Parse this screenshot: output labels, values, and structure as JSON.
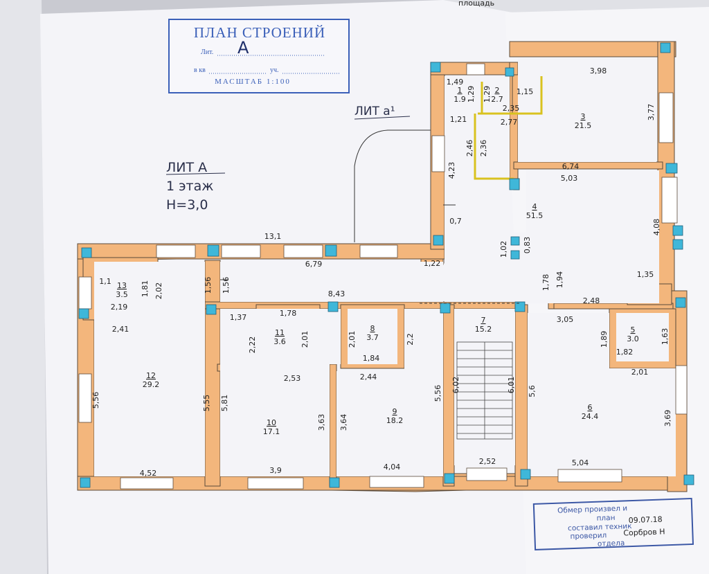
{
  "stamp": {
    "title": "ПЛАН СТРОЕНИЙ",
    "lit_label": "Лит.",
    "lit_value": "А",
    "kv_label": "в кв",
    "uch_label": "уч.",
    "scale": "МАСШТАБ 1:100"
  },
  "corner_text": "площадь",
  "annex_label": "ЛИТ а¹",
  "header": {
    "lit": "ЛИТ А",
    "floor": "1 этаж",
    "height": "Н=3,0"
  },
  "rooms": [
    {
      "number": "1",
      "area": "1.9"
    },
    {
      "number": "2",
      "area": "2.7"
    },
    {
      "number": "3",
      "area": "21.5"
    },
    {
      "number": "4",
      "area": "51.5"
    },
    {
      "number": "5",
      "area": "3.0"
    },
    {
      "number": "6",
      "area": "24.4"
    },
    {
      "number": "7",
      "area": "15.2"
    },
    {
      "number": "8",
      "area": "3.7"
    },
    {
      "number": "9",
      "area": "18.2"
    },
    {
      "number": "10",
      "area": "17.1"
    },
    {
      "number": "11",
      "area": "3.6"
    },
    {
      "number": "12",
      "area": "29.2"
    },
    {
      "number": "13",
      "area": "3.5"
    }
  ],
  "dimensions": [
    "1,49",
    "1,29",
    "1,29",
    "1,15",
    "3,98",
    "2,35",
    "1,21",
    "2,77",
    "3,77",
    "2,46",
    "2,36",
    "4,23",
    "6,74",
    "5,03",
    "0,7",
    "13,1",
    "4,08",
    "1,02",
    "0,83",
    "6,79",
    "1,22",
    "1,1",
    "1,81",
    "2,02",
    "1,56",
    "1,56",
    "1,94",
    "1,78",
    "1,35",
    "2,19",
    "8,43",
    "2,48",
    "1,37",
    "1,78",
    "2,41",
    "3,05",
    "2,22",
    "2,01",
    "2,01",
    "2,2",
    "1,89",
    "1,63",
    "1,84",
    "1,82",
    "2,53",
    "2,44",
    "2,01",
    "5,56",
    "5,55",
    "5,81",
    "6,02",
    "6,01",
    "5,56",
    "5,6",
    "3,63",
    "3,64",
    "3,69",
    "4,52",
    "3,9",
    "4,04",
    "2,52",
    "5,04"
  ],
  "note": {
    "line1": "Обмер произвел    и",
    "line2": "план",
    "date": "09.07.18",
    "line3": "составил техник",
    "line4": "проверил",
    "name": "Сорбров Н",
    "line5": "отдела"
  }
}
